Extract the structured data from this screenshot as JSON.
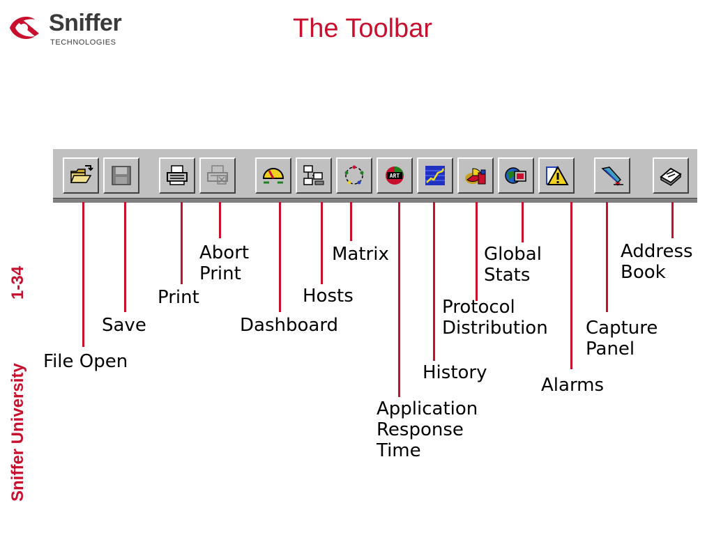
{
  "logo": {
    "brand": "Sniffer",
    "tagline": "TECHNOLOGIES"
  },
  "title": "The Toolbar",
  "sidebar": {
    "page_number": "1-34",
    "footer": "Sniffer University"
  },
  "toolbar": {
    "buttons": [
      {
        "name": "file-open",
        "icon": "folder-open-icon"
      },
      {
        "name": "save",
        "icon": "floppy-disk-icon"
      },
      {
        "name": "print",
        "icon": "printer-icon"
      },
      {
        "name": "abort-print",
        "icon": "printer-disabled-icon"
      },
      {
        "name": "dashboard",
        "icon": "gauge-icon"
      },
      {
        "name": "hosts",
        "icon": "hosts-network-icon"
      },
      {
        "name": "matrix",
        "icon": "matrix-circle-icon"
      },
      {
        "name": "application-response-time",
        "icon": "art-icon"
      },
      {
        "name": "history",
        "icon": "history-chart-icon"
      },
      {
        "name": "protocol-distribution",
        "icon": "pie-chart-icon"
      },
      {
        "name": "global-stats",
        "icon": "globe-stats-icon"
      },
      {
        "name": "alarms",
        "icon": "warning-triangle-icon"
      },
      {
        "name": "capture-panel",
        "icon": "capture-pen-icon"
      },
      {
        "name": "address-book",
        "icon": "address-book-icon"
      }
    ]
  },
  "labels": {
    "file_open": "File Open",
    "save": "Save",
    "print": "Print",
    "abort_print_1": "Abort",
    "abort_print_2": "Print",
    "dashboard": "Dashboard",
    "hosts": "Hosts",
    "matrix": "Matrix",
    "art_1": "Application",
    "art_2": "Response",
    "art_3": "Time",
    "history": "History",
    "protocol_1": "Protocol",
    "protocol_2": "Distribution",
    "global_1": "Global",
    "global_2": "Stats",
    "alarms": "Alarms",
    "capture_1": "Capture",
    "capture_2": "Panel",
    "address_1": "Address",
    "address_2": "Book"
  },
  "colors": {
    "accent": "#c8102e",
    "toolbar_bg": "#c0c0c0"
  }
}
